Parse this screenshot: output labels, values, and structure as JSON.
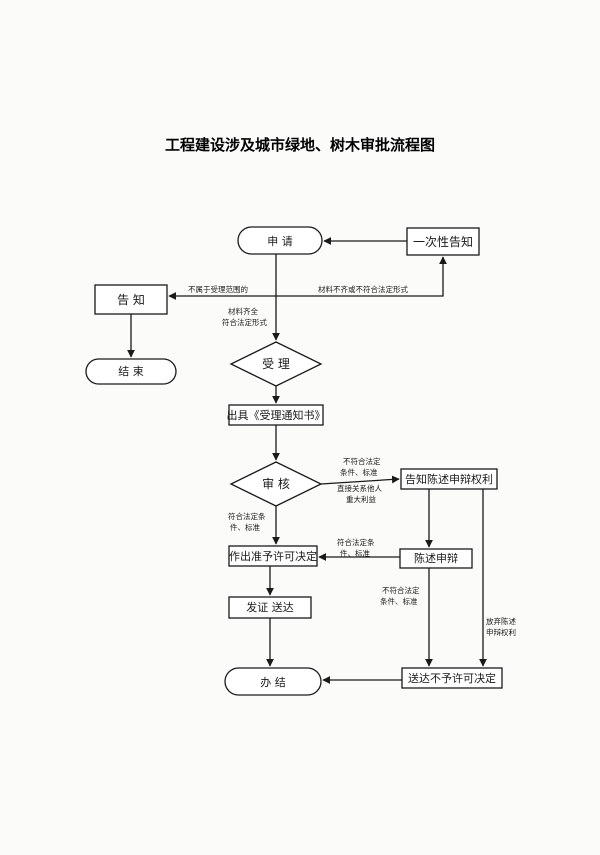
{
  "title": "工程建设涉及城市绿地、树木审批流程图",
  "nodes": {
    "apply": "申 请",
    "one_time_notice": "一次性告知",
    "notify": "告 知",
    "end": "结 束",
    "accept": "受 理",
    "issue_notice": "出具《受理通知书》",
    "review": "审 核",
    "inform_rights": "告知陈述申辩权利",
    "decide_permit": "作出准予许可决定",
    "statement": "陈述申辩",
    "issue_cert": "发证 送达",
    "finish": "办 结",
    "deliver_reject": "送达不予许可决定"
  },
  "edge_labels": {
    "not_in_scope": "不属于受理范围的",
    "materials_incomplete": "材料不齐或不符合法定形式",
    "materials_complete_1": "材料齐全",
    "materials_complete_2": "符合法定形式",
    "not_meet_1": "不符合法定",
    "not_meet_2": "条件、标准",
    "third_party_1": "直接关系他人",
    "third_party_2": "重大利益",
    "meet_a_1": "符合法定条",
    "meet_a_2": "件、标准",
    "meet_b_1": "符合法定条",
    "meet_b_2": "件、标准",
    "not_meet_b_1": "不符合法定",
    "not_meet_b_2": "条件、标准",
    "waive_1": "放弃陈述",
    "waive_2": "申辩权利"
  }
}
